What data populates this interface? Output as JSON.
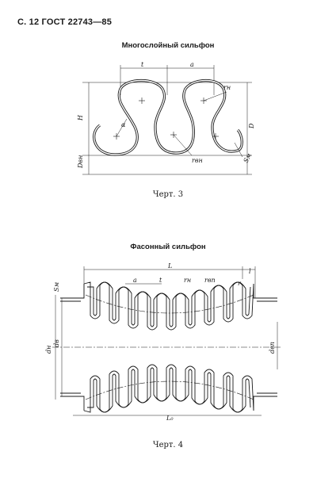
{
  "page_header": "С. 12 ГОСТ 22743—85",
  "figure3": {
    "title": "Многослойный сильфон",
    "caption": "Черт. 3",
    "labels": {
      "t": "t",
      "a": "a",
      "H": "H",
      "D": "D",
      "Dvn": "Dвн",
      "rn": "rн",
      "rvn": "rвн",
      "Sm": "Sм",
      "alpha": "α"
    }
  },
  "figure4": {
    "title": "Фасонный сильфон",
    "caption": "Черт. 4",
    "labels": {
      "L": "L",
      "l": "l",
      "a": "a",
      "t": "t",
      "rn": "rн",
      "rvn": "rвп",
      "r": "r",
      "Sm": "Sм",
      "dn": "dн",
      "dv": "dв",
      "dvn": "dвп",
      "L0": "L₀"
    }
  }
}
